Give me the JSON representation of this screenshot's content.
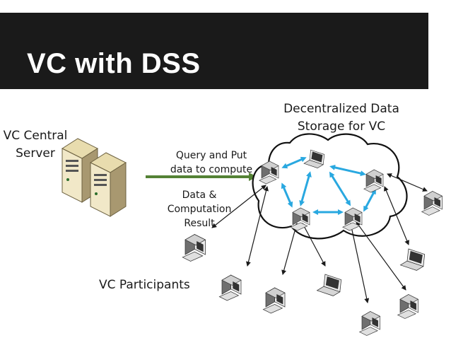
{
  "slide": {
    "title": "VC with DSS"
  },
  "labels": {
    "central_server": "VC Central Server",
    "storage": "Decentralized Data Storage for VC",
    "query": "Query and Put data to compute",
    "result": "Data & Computation Result",
    "participants": "VC Participants"
  },
  "colors": {
    "title_bar": "#1a1a1a",
    "cloud_arrows": "#29a8e0",
    "query_arrow": "#548235",
    "peer_lines": "#1a1a1a"
  },
  "icons": {
    "server": "server-tower-icon",
    "desktop": "desktop-computer-icon",
    "laptop": "laptop-icon",
    "cloud": "cloud-shape"
  }
}
